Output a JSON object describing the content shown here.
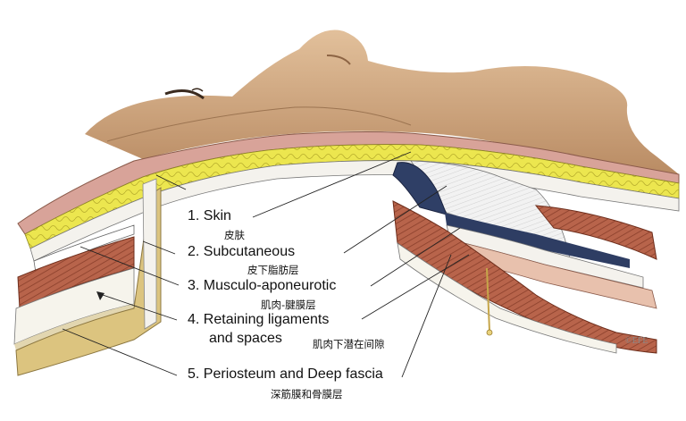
{
  "layers": [
    {
      "en": "1. Skin",
      "cn": "皮肤"
    },
    {
      "en": "2. Subcutaneous",
      "cn": "皮下脂肪层"
    },
    {
      "en": "3. Musculo-aponeurotic",
      "cn": "肌肉-腱膜层"
    },
    {
      "en": "4. Retaining ligaments",
      "en2": "and spaces",
      "cn": "肌肉下潜在间隙"
    },
    {
      "en": "5. Periosteum and Deep fascia",
      "cn": "深筋膜和骨膜层"
    }
  ],
  "signature": "©EFE",
  "colors": {
    "skin": "#c9a07a",
    "skin_cut": "#d9a79c",
    "fat": "#e7e24a",
    "muscle": "#b6624a",
    "fascia": "#f3f1ea",
    "ligament_blue": "#2e3f66",
    "bone": "#dcc47f"
  }
}
